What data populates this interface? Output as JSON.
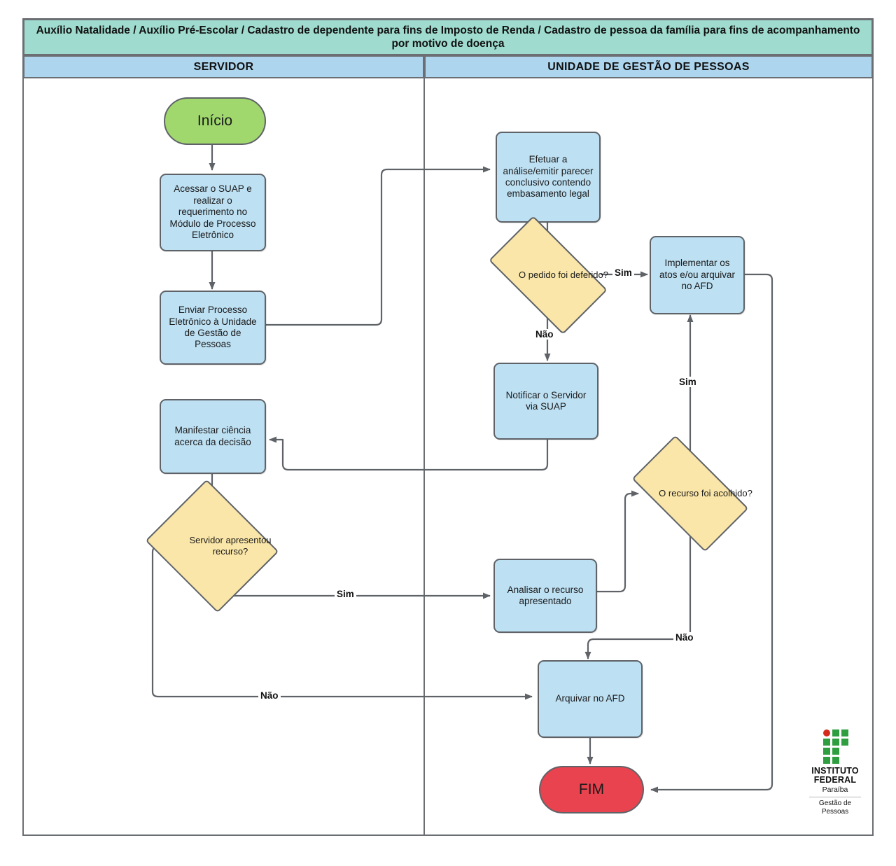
{
  "diagram": {
    "title": "Auxílio Natalidade / Auxílio Pré-Escolar / Cadastro de dependente para fins de Imposto de Renda / Cadastro de pessoa da família para fins de acompanhamento por motivo de doença",
    "lanes": [
      {
        "name": "servidor",
        "label": "SERVIDOR"
      },
      {
        "name": "unidade-gestao-pessoas",
        "label": "UNIDADE DE GESTÃO DE PESSOAS"
      }
    ],
    "colors": {
      "title_band": "#9FDCCF",
      "lane_header": "#AED5EE",
      "process": "#BDE0F3",
      "decision": "#FAE6A8",
      "start": "#A0D86E",
      "end": "#E8434F",
      "stroke": "#5F6368",
      "frame": "#6B6F73"
    },
    "nodes": [
      {
        "id": "inicio",
        "type": "terminator",
        "lane": "servidor",
        "label": "Início"
      },
      {
        "id": "acessar-suap",
        "type": "process",
        "lane": "servidor",
        "label": "Acessar o SUAP e realizar o requerimento no Módulo de Processo Eletrônico"
      },
      {
        "id": "enviar-processo",
        "type": "process",
        "lane": "servidor",
        "label": "Enviar Processo Eletrônico à Unidade de Gestão de Pessoas"
      },
      {
        "id": "manifestar-ciencia",
        "type": "process",
        "lane": "servidor",
        "label": "Manifestar ciência acerca da decisão"
      },
      {
        "id": "servidor-recurso",
        "type": "decision",
        "lane": "servidor",
        "label": "Servidor apresentou recurso?"
      },
      {
        "id": "efetuar-analise",
        "type": "process",
        "lane": "unidade-gestao-pessoas",
        "label": "Efetuar a análise/emitir parecer conclusivo contendo embasamento legal"
      },
      {
        "id": "pedido-deferido",
        "type": "decision",
        "lane": "unidade-gestao-pessoas",
        "label": "O pedido foi deferido?"
      },
      {
        "id": "implementar-atos",
        "type": "process",
        "lane": "unidade-gestao-pessoas",
        "label": "Implementar os atos e/ou arquivar no AFD"
      },
      {
        "id": "notificar-servidor",
        "type": "process",
        "lane": "unidade-gestao-pessoas",
        "label": "Notificar o Servidor via SUAP"
      },
      {
        "id": "recurso-acolhido",
        "type": "decision",
        "lane": "unidade-gestao-pessoas",
        "label": "O recurso foi acolhido?"
      },
      {
        "id": "analisar-recurso",
        "type": "process",
        "lane": "unidade-gestao-pessoas",
        "label": "Analisar o recurso apresentado"
      },
      {
        "id": "arquivar-afd",
        "type": "process",
        "lane": "unidade-gestao-pessoas",
        "label": "Arquivar no AFD"
      },
      {
        "id": "fim",
        "type": "terminator",
        "lane": "unidade-gestao-pessoas",
        "label": "FIM"
      }
    ],
    "edge_labels": {
      "pedido_sim": "Sim",
      "pedido_nao": "Não",
      "recurso_sim": "Sim",
      "recurso_nao": "Não",
      "servidor_sim": "Sim",
      "servidor_nao": "Não"
    },
    "logo": {
      "institute": "INSTITUTO",
      "federal": "FEDERAL",
      "state": "Paraíba",
      "unit_line1": "Gestão de",
      "unit_line2": "Pessoas"
    }
  }
}
